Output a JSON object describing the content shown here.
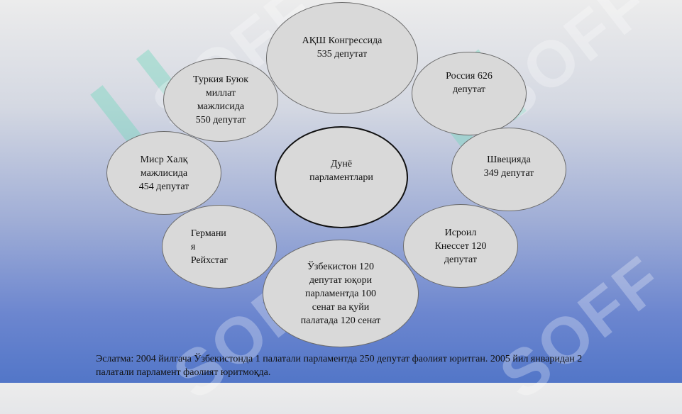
{
  "diagram": {
    "center": {
      "label": "Дунё\nпарламентлари"
    },
    "nodes": [
      {
        "id": "usa",
        "label": "АҚШ Конгрессида\n535 депутат"
      },
      {
        "id": "russia",
        "label": "Россия 626\nдепутат"
      },
      {
        "id": "sweden",
        "label": "Швецияда\n349 депутат"
      },
      {
        "id": "israel",
        "label": "Исроил\nКнессет 120\nдепутат"
      },
      {
        "id": "uzbekistan",
        "label": "Ўзбекистон 120\nдепутат юқори\nпарламентда 100\nсенат ва қуйи\nпалатада 120 сенат"
      },
      {
        "id": "germany",
        "label": "Германи\nя\nРейхстаг"
      },
      {
        "id": "egypt",
        "label": "Миср Халқ\nмажлисида\n454 депутат"
      },
      {
        "id": "turkey",
        "label": "Туркия Буюк\nмиллат\nмажлисида\n550 депутат"
      }
    ],
    "note": "Эслатма: 2004 йилгача Ўзбекистонда 1 палатали парламентда 250 депутат фаолият юритган. 2005 йил январидан 2 палатали парламент фаолият юритмоқда."
  },
  "watermark": {
    "text": "SOFF"
  }
}
